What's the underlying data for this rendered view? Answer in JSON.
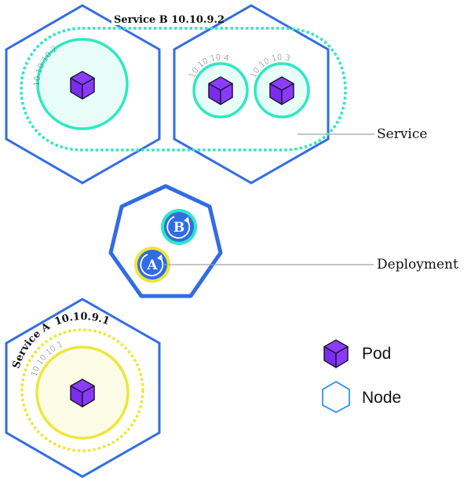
{
  "diagram": {
    "title": "Kubernetes Services, Deployments, Pods and Nodes",
    "colors": {
      "node_stroke": "#326ce5",
      "pod_fill": "#8b3cff",
      "service_b": "#2ee8c1",
      "service_b_fill": "#e8fcf8",
      "service_a": "#ede63a",
      "service_a_fill": "#fcfce6",
      "deployment_badge": "#326ce5",
      "legend_node_stroke": "#1e88f5"
    },
    "service_b": {
      "name": "Service B",
      "ip": "10.10.9.2",
      "label": "Service B 10.10.9.2",
      "pods": [
        {
          "ip": "10.10.10.2",
          "node": 1
        },
        {
          "ip": "10.10.10.4",
          "node": 2
        },
        {
          "ip": "10.10.10.3",
          "node": 2
        }
      ]
    },
    "service_a": {
      "name": "Service A",
      "ip": "10.10.9.1",
      "label_name": "Service A",
      "label_ip": "10.10.9.1",
      "pods": [
        {
          "ip": "10.10.10.1",
          "node": 3
        }
      ]
    },
    "deployment": {
      "badges": [
        {
          "letter": "B",
          "ring": "service_b"
        },
        {
          "letter": "A",
          "ring": "service_a"
        }
      ]
    },
    "callouts": {
      "service": "Service",
      "deployment": "Deployment"
    },
    "legend": {
      "pod": "Pod",
      "node": "Node"
    }
  }
}
